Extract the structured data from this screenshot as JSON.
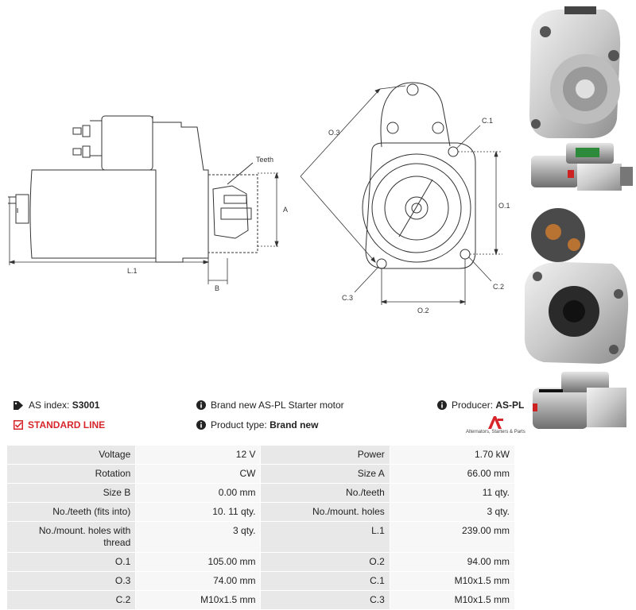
{
  "drawing": {
    "labels": {
      "teeth": "Teeth",
      "a": "A",
      "b": "B",
      "l1": "L.1",
      "o1": "O.1",
      "o2": "O.2",
      "o3": "O.3",
      "c1": "C.1",
      "c2": "C.2",
      "c3": "C.3"
    }
  },
  "info": {
    "as_index_label": "AS index:",
    "as_index_value": "S3001",
    "description": "Brand new AS-PL Starter motor",
    "producer_label": "Producer:",
    "producer_value": "AS-PL",
    "line_label": "STANDARD LINE",
    "product_type_label": "Product type:",
    "product_type_value": "Brand new",
    "logo_tagline": "Alternators, Starters & Parts",
    "brand_color": "#d6262b"
  },
  "specs": [
    [
      {
        "label": "Voltage",
        "value": "12 V"
      },
      {
        "label": "Power",
        "value": "1.70 kW"
      }
    ],
    [
      {
        "label": "Rotation",
        "value": "CW"
      },
      {
        "label": "Size A",
        "value": "66.00 mm"
      }
    ],
    [
      {
        "label": "Size B",
        "value": "0.00 mm"
      },
      {
        "label": "No./teeth",
        "value": "11 qty."
      }
    ],
    [
      {
        "label": "No./teeth (fits into)",
        "value": "10. 11 qty."
      },
      {
        "label": "No./mount. holes",
        "value": "3 qty."
      }
    ],
    [
      {
        "label": "No./mount. holes with thread",
        "value": "3 qty."
      },
      {
        "label": "L.1",
        "value": "239.00 mm"
      }
    ],
    [
      {
        "label": "O.1",
        "value": "105.00 mm"
      },
      {
        "label": "O.2",
        "value": "94.00 mm"
      }
    ],
    [
      {
        "label": "O.3",
        "value": "74.00 mm"
      },
      {
        "label": "C.1",
        "value": "M10x1.5 mm"
      }
    ],
    [
      {
        "label": "C.2",
        "value": "M10x1.5 mm"
      },
      {
        "label": "C.3",
        "value": "M10x1.5 mm"
      }
    ]
  ]
}
